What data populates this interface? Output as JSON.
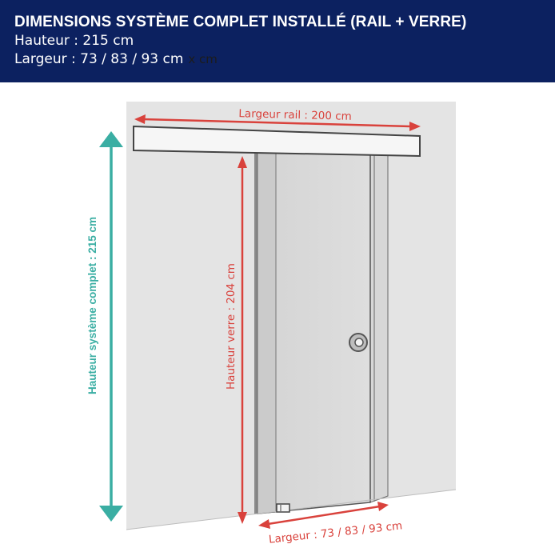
{
  "header": {
    "title": "DIMENSIONS SYSTÈME COMPLET INSTALLÉ (RAIL + VERRE)",
    "height_line": "Hauteur : 215 cm",
    "width_line": "Largeur : 73 / 83 / 93 cm",
    "width_line_suffix": "x cm"
  },
  "diagram": {
    "rail_width_label": "Largeur rail : 200 cm",
    "glass_height_label": "Hauteur  verre : 204 cm",
    "system_height_label": "Hauteur système complet : 215 cm",
    "glass_width_label": "Largeur : 73 / 83 / 93 cm"
  },
  "colors": {
    "header_bg": "#0c2160",
    "dimension_red": "#d9423c",
    "dimension_teal": "#3aaea3",
    "wall": "#e4e4e4",
    "glass": "#dcdcdc"
  }
}
